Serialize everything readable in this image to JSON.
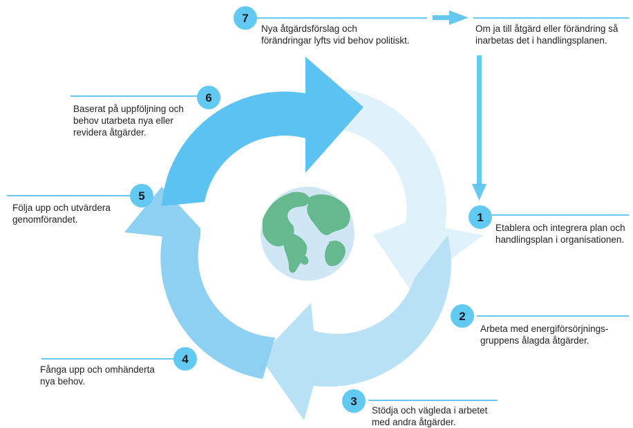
{
  "colors": {
    "line": "#64c8f0",
    "badge": "#62c9f3",
    "ring_top_left": "#5bc2f2",
    "ring_right": "#dff1fb",
    "ring_bottom": "#b9e1f6",
    "ring_left": "#8dd0f2",
    "globe_ocean": "#cfe6f5",
    "globe_land": "#66b88f"
  },
  "steps": [
    {
      "num": "1",
      "lines": [
        "Etablera och integrera plan och",
        "handlingsplan i organisationen."
      ]
    },
    {
      "num": "2",
      "lines": [
        "Arbeta med energiförsörjnings-",
        "gruppens ålagda åtgärder."
      ]
    },
    {
      "num": "3",
      "lines": [
        "Stödja och vägleda i arbetet",
        "med andra åtgärder."
      ]
    },
    {
      "num": "4",
      "lines": [
        "Fånga upp och omhänderta",
        "nya behov."
      ]
    },
    {
      "num": "5",
      "lines": [
        "Följa upp och utvärdera",
        "genomförandet."
      ]
    },
    {
      "num": "6",
      "lines": [
        "Baserat på uppföljning och",
        "behov utarbeta nya eller",
        "revidera åtgärder."
      ]
    },
    {
      "num": "7",
      "lines": [
        "Nya åtgärdsförslag och",
        "förändringar lyfts vid  behov politiskt."
      ]
    }
  ],
  "outcome": {
    "lines": [
      "Om ja till åtgärd eller förändring så",
      "inarbetas det i handlingsplanen."
    ]
  }
}
